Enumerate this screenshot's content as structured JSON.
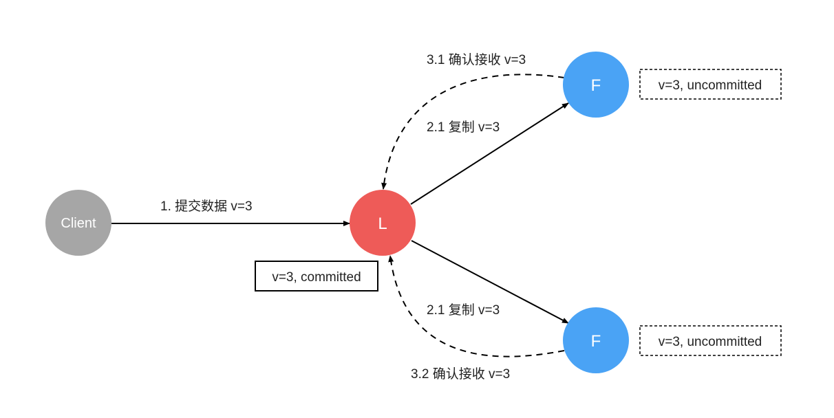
{
  "nodes": {
    "client": {
      "label": "Client",
      "color": "#a6a6a6"
    },
    "leader": {
      "label": "L",
      "color": "#ee5b58"
    },
    "follower_top": {
      "label": "F",
      "color": "#4aa3f5"
    },
    "follower_bottom": {
      "label": "F",
      "color": "#4aa3f5"
    }
  },
  "edges": {
    "submit": "1. 提交数据 v=3",
    "replicate_top": "2.1 复制 v=3",
    "replicate_bottom": "2.1 复制 v=3",
    "ack_top": "3.1 确认接收 v=3",
    "ack_bottom": "3.2 确认接收 v=3"
  },
  "status_boxes": {
    "leader": "v=3, committed",
    "follower_top": "v=3, uncommitted",
    "follower_bottom": "v=3, uncommitted"
  }
}
